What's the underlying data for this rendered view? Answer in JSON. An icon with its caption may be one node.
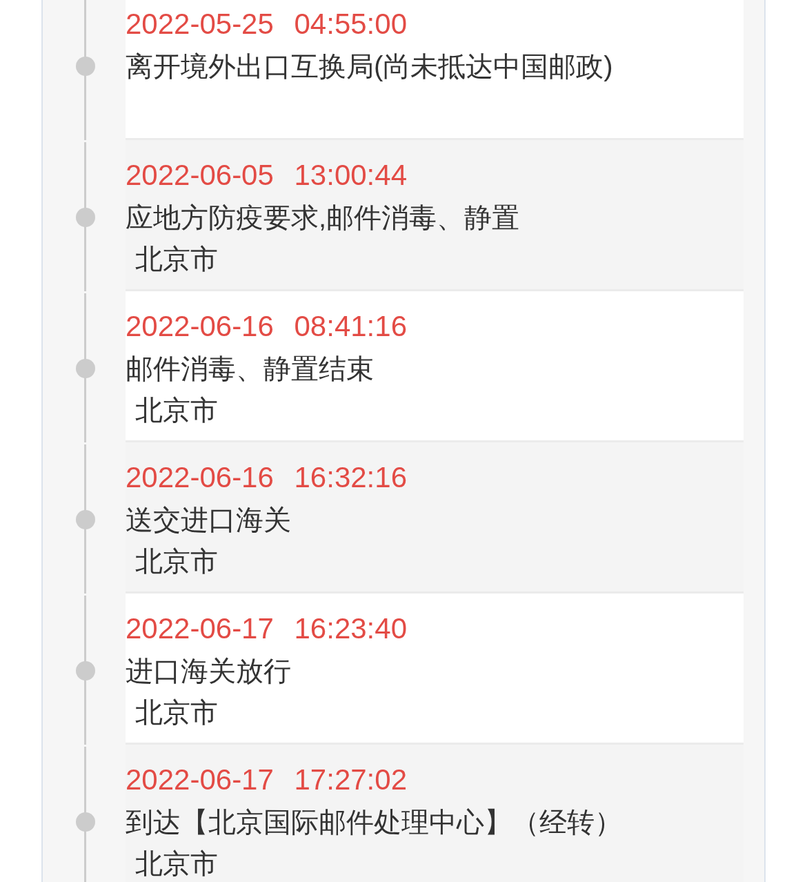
{
  "diagram": {
    "nodes": [
      {
        "text": [
          "2022-05-25 04:55:00",
          "离开境外出口互换局(尚未抵达中国邮政)"
        ]
      },
      {
        "text": [
          "2022-06-05 13:00:44",
          "应地方防疫要求,邮件消毒、静置",
          "北京市"
        ]
      },
      {
        "text": [
          "2022-06-16 08:41:16",
          "邮件消毒、静置结束",
          "北京市"
        ]
      },
      {
        "text": [
          "2022-06-16 16:32:16",
          "送交进口海关",
          "北京市"
        ]
      },
      {
        "text": [
          "2022-06-17 16:23:40",
          "进口海关放行",
          "北京市"
        ]
      },
      {
        "text": [
          "2022-06-17 17:27:02",
          "到达【北京国际邮件处理中心】（经转）",
          "北京市"
        ]
      }
    ]
  }
}
